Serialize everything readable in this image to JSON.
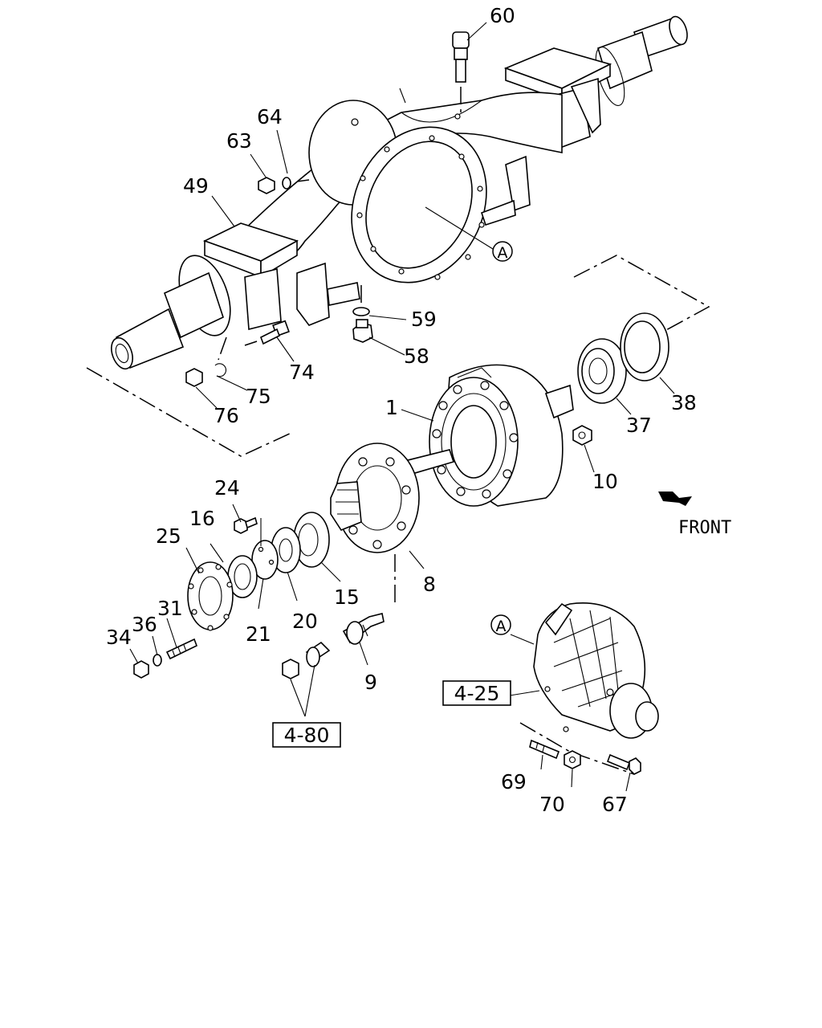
{
  "part_labels": {
    "p1": "1",
    "p8": "8",
    "p9": "9",
    "p10": "10",
    "p15": "15",
    "p16": "16",
    "p20": "20",
    "p21": "21",
    "p24": "24",
    "p25": "25",
    "p31": "31",
    "p34": "34",
    "p36": "36",
    "p37": "37",
    "p38": "38",
    "p49": "49",
    "p58": "58",
    "p59": "59",
    "p60": "60",
    "p63": "63",
    "p64": "64",
    "p67": "67",
    "p69": "69",
    "p70": "70",
    "p74": "74",
    "p75": "75",
    "p76": "76"
  },
  "callouts": {
    "a_top": "A",
    "a_bottom": "A"
  },
  "references": {
    "ref_4_80": "4-80",
    "ref_4_25": "4-25"
  },
  "direction": {
    "label": "FRONT",
    "icon": "front-arrow-icon"
  }
}
